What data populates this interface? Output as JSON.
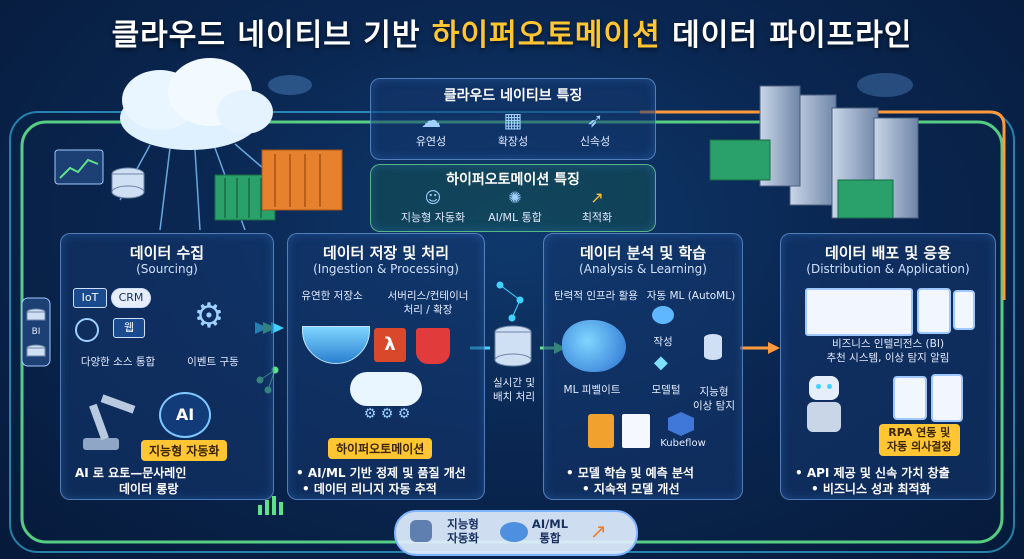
{
  "title": {
    "main": "클라우드 네이티브 기반 ",
    "highlight": "하이퍼오토메이션",
    "suffix": " 데이터 파이프라인"
  },
  "cloud_native": {
    "title": "클라우드 네이티브 특징",
    "features": [
      {
        "label": "유연성",
        "icon": "cloud-network-icon"
      },
      {
        "label": "확장성",
        "icon": "container-icon"
      },
      {
        "label": "신속성",
        "icon": "rocket-icon"
      }
    ]
  },
  "hyperautomation": {
    "title": "하이퍼오토메이션 특징",
    "features": [
      {
        "label": "지능형 자동화",
        "icon": "robot-icon"
      },
      {
        "label": "AI/ML 통합",
        "icon": "brain-icon"
      },
      {
        "label": "최적화",
        "icon": "growth-chart-icon"
      }
    ]
  },
  "stages": [
    {
      "title": "데이터 수집",
      "subtitle": "(Sourcing)",
      "icons": {
        "iot": "IoT",
        "crm": "CRM",
        "web": "웹"
      },
      "labels": [
        "다양한 소스 통합",
        "이벤트 구동"
      ],
      "badge": "지능형 자동화",
      "ai_label": "AI",
      "bullets": [
        "AI 로 요토—문사레인",
        "데이터 롱랑"
      ]
    },
    {
      "title": "데이터 저장 및 처리",
      "subtitle": "(Ingestion & Processing)",
      "labels": [
        "유연한 저장소",
        "서버리스/컨테이너",
        "처리 / 확장"
      ],
      "badge": "하이퍼오토메이션",
      "bullets": [
        "• AI/ML 기반 정제 및 품질 개선",
        "• 데이터 리니지 자동 추적"
      ]
    },
    {
      "title": "데이터 분석 및 학습",
      "subtitle": "(Analysis & Learning)",
      "labels": [
        "탄력적 인프라 활용",
        "자동 ML (AutoML)",
        "작성",
        "ML 피벨이트",
        "모델털",
        "지능형",
        "이상 탐지"
      ],
      "kubeflow": "Kubeflow",
      "bullets": [
        "• 모델 학습 및 예측 분석",
        "• 지속적 모델 개선"
      ]
    },
    {
      "title": "데이터 배포 및 응용",
      "subtitle": "(Distribution & Application)",
      "labels": [
        "비즈니스 인텔리전스 (BI)",
        "추천 시스템, 이상 탐지 알림"
      ],
      "badge": "RPA 연동 및\n자동 의사결정",
      "bullets": [
        "• API 제공 및 신속 가치 창출",
        "• 비즈니스 성과 최적화"
      ]
    }
  ],
  "realtime": [
    "실시간 및",
    "배치 처리"
  ],
  "left_db_label": "BI",
  "footer": [
    {
      "label": "지능형\n자동화",
      "icon": "robot-icon"
    },
    {
      "label": "AI/ML\n통합",
      "icon": "brain-icon"
    },
    {
      "icon": "growth-chart-icon"
    }
  ],
  "colors": {
    "accent": "#ffc533",
    "wire_green": "#5fe08a",
    "wire_cyan": "#3fd4ff",
    "wire_orange": "#ff9a3c"
  }
}
